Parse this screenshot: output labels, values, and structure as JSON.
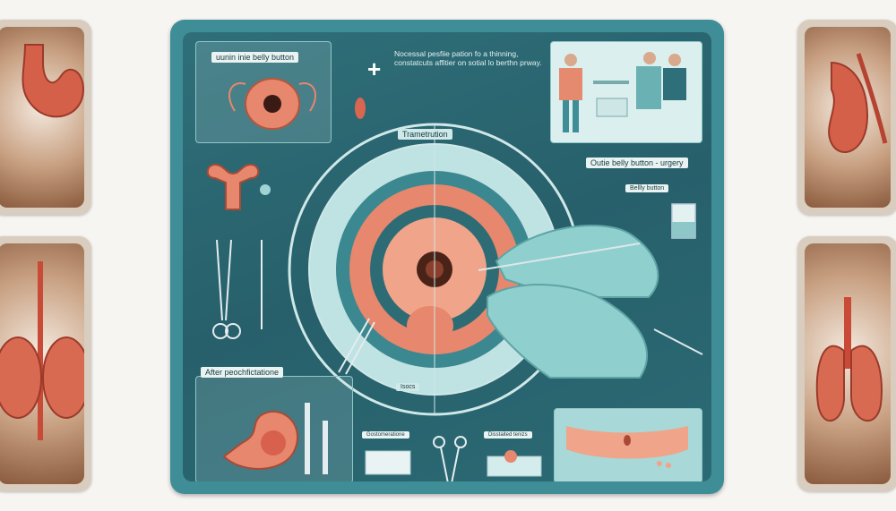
{
  "panels": {
    "top_left_label": "uunin inie belly button",
    "top_caption": "Nocessal pesfiie pation fo a thinning, constatcuts affitier on sotial lo berthn prway.",
    "ring_label": "Trametrution",
    "outie_label": "Outie belly button - urgery",
    "belly_label": "Bellly button",
    "ring_small_label": "Isocs",
    "after_label": "After peochfictatione",
    "bottom_label_1": "Gostomeratione",
    "bottom_label_2": "Disstaited tenizs"
  },
  "colors": {
    "frame": "#3f8e97",
    "panel_bg": "#27606b",
    "tissue": "#e7876d",
    "glove": "#8fd0cf"
  }
}
